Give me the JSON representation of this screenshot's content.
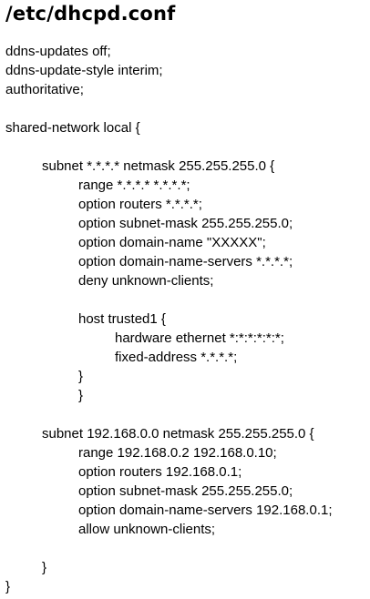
{
  "title": "/etc/dhcpd.conf",
  "lines": [
    {
      "indent": 0,
      "text": "ddns-updates off;"
    },
    {
      "indent": 0,
      "text": "ddns-update-style interim;"
    },
    {
      "indent": 0,
      "text": "authoritative;"
    },
    {
      "indent": 0,
      "text": ""
    },
    {
      "indent": 0,
      "text": "shared-network local {"
    },
    {
      "indent": 0,
      "text": ""
    },
    {
      "indent": 1,
      "text": "subnet *.*.*.* netmask 255.255.255.0 {"
    },
    {
      "indent": 2,
      "text": "range *.*.*.* *.*.*.*;"
    },
    {
      "indent": 2,
      "text": "option routers *.*.*.*;"
    },
    {
      "indent": 2,
      "text": "option subnet-mask 255.255.255.0;"
    },
    {
      "indent": 2,
      "text": "option domain-name \"XXXXX\";"
    },
    {
      "indent": 2,
      "text": "option domain-name-servers *.*.*.*;"
    },
    {
      "indent": 2,
      "text": "deny unknown-clients;"
    },
    {
      "indent": 0,
      "text": ""
    },
    {
      "indent": 2,
      "text": "host trusted1 {"
    },
    {
      "indent": 3,
      "text": "hardware ethernet *:*:*:*:*:*;"
    },
    {
      "indent": 3,
      "text": "fixed-address *.*.*.*;"
    },
    {
      "indent": 2,
      "text": "}"
    },
    {
      "indent": 2,
      "text": "}"
    },
    {
      "indent": 0,
      "text": ""
    },
    {
      "indent": 1,
      "text": "subnet 192.168.0.0 netmask 255.255.255.0 {"
    },
    {
      "indent": 2,
      "text": "range 192.168.0.2 192.168.0.10;"
    },
    {
      "indent": 2,
      "text": "option routers 192.168.0.1;"
    },
    {
      "indent": 2,
      "text": "option subnet-mask 255.255.255.0;"
    },
    {
      "indent": 2,
      "text": "option domain-name-servers 192.168.0.1;"
    },
    {
      "indent": 2,
      "text": "allow unknown-clients;"
    },
    {
      "indent": 0,
      "text": ""
    },
    {
      "indent": 1,
      "text": "}"
    },
    {
      "indent": 0,
      "text": "}"
    }
  ]
}
